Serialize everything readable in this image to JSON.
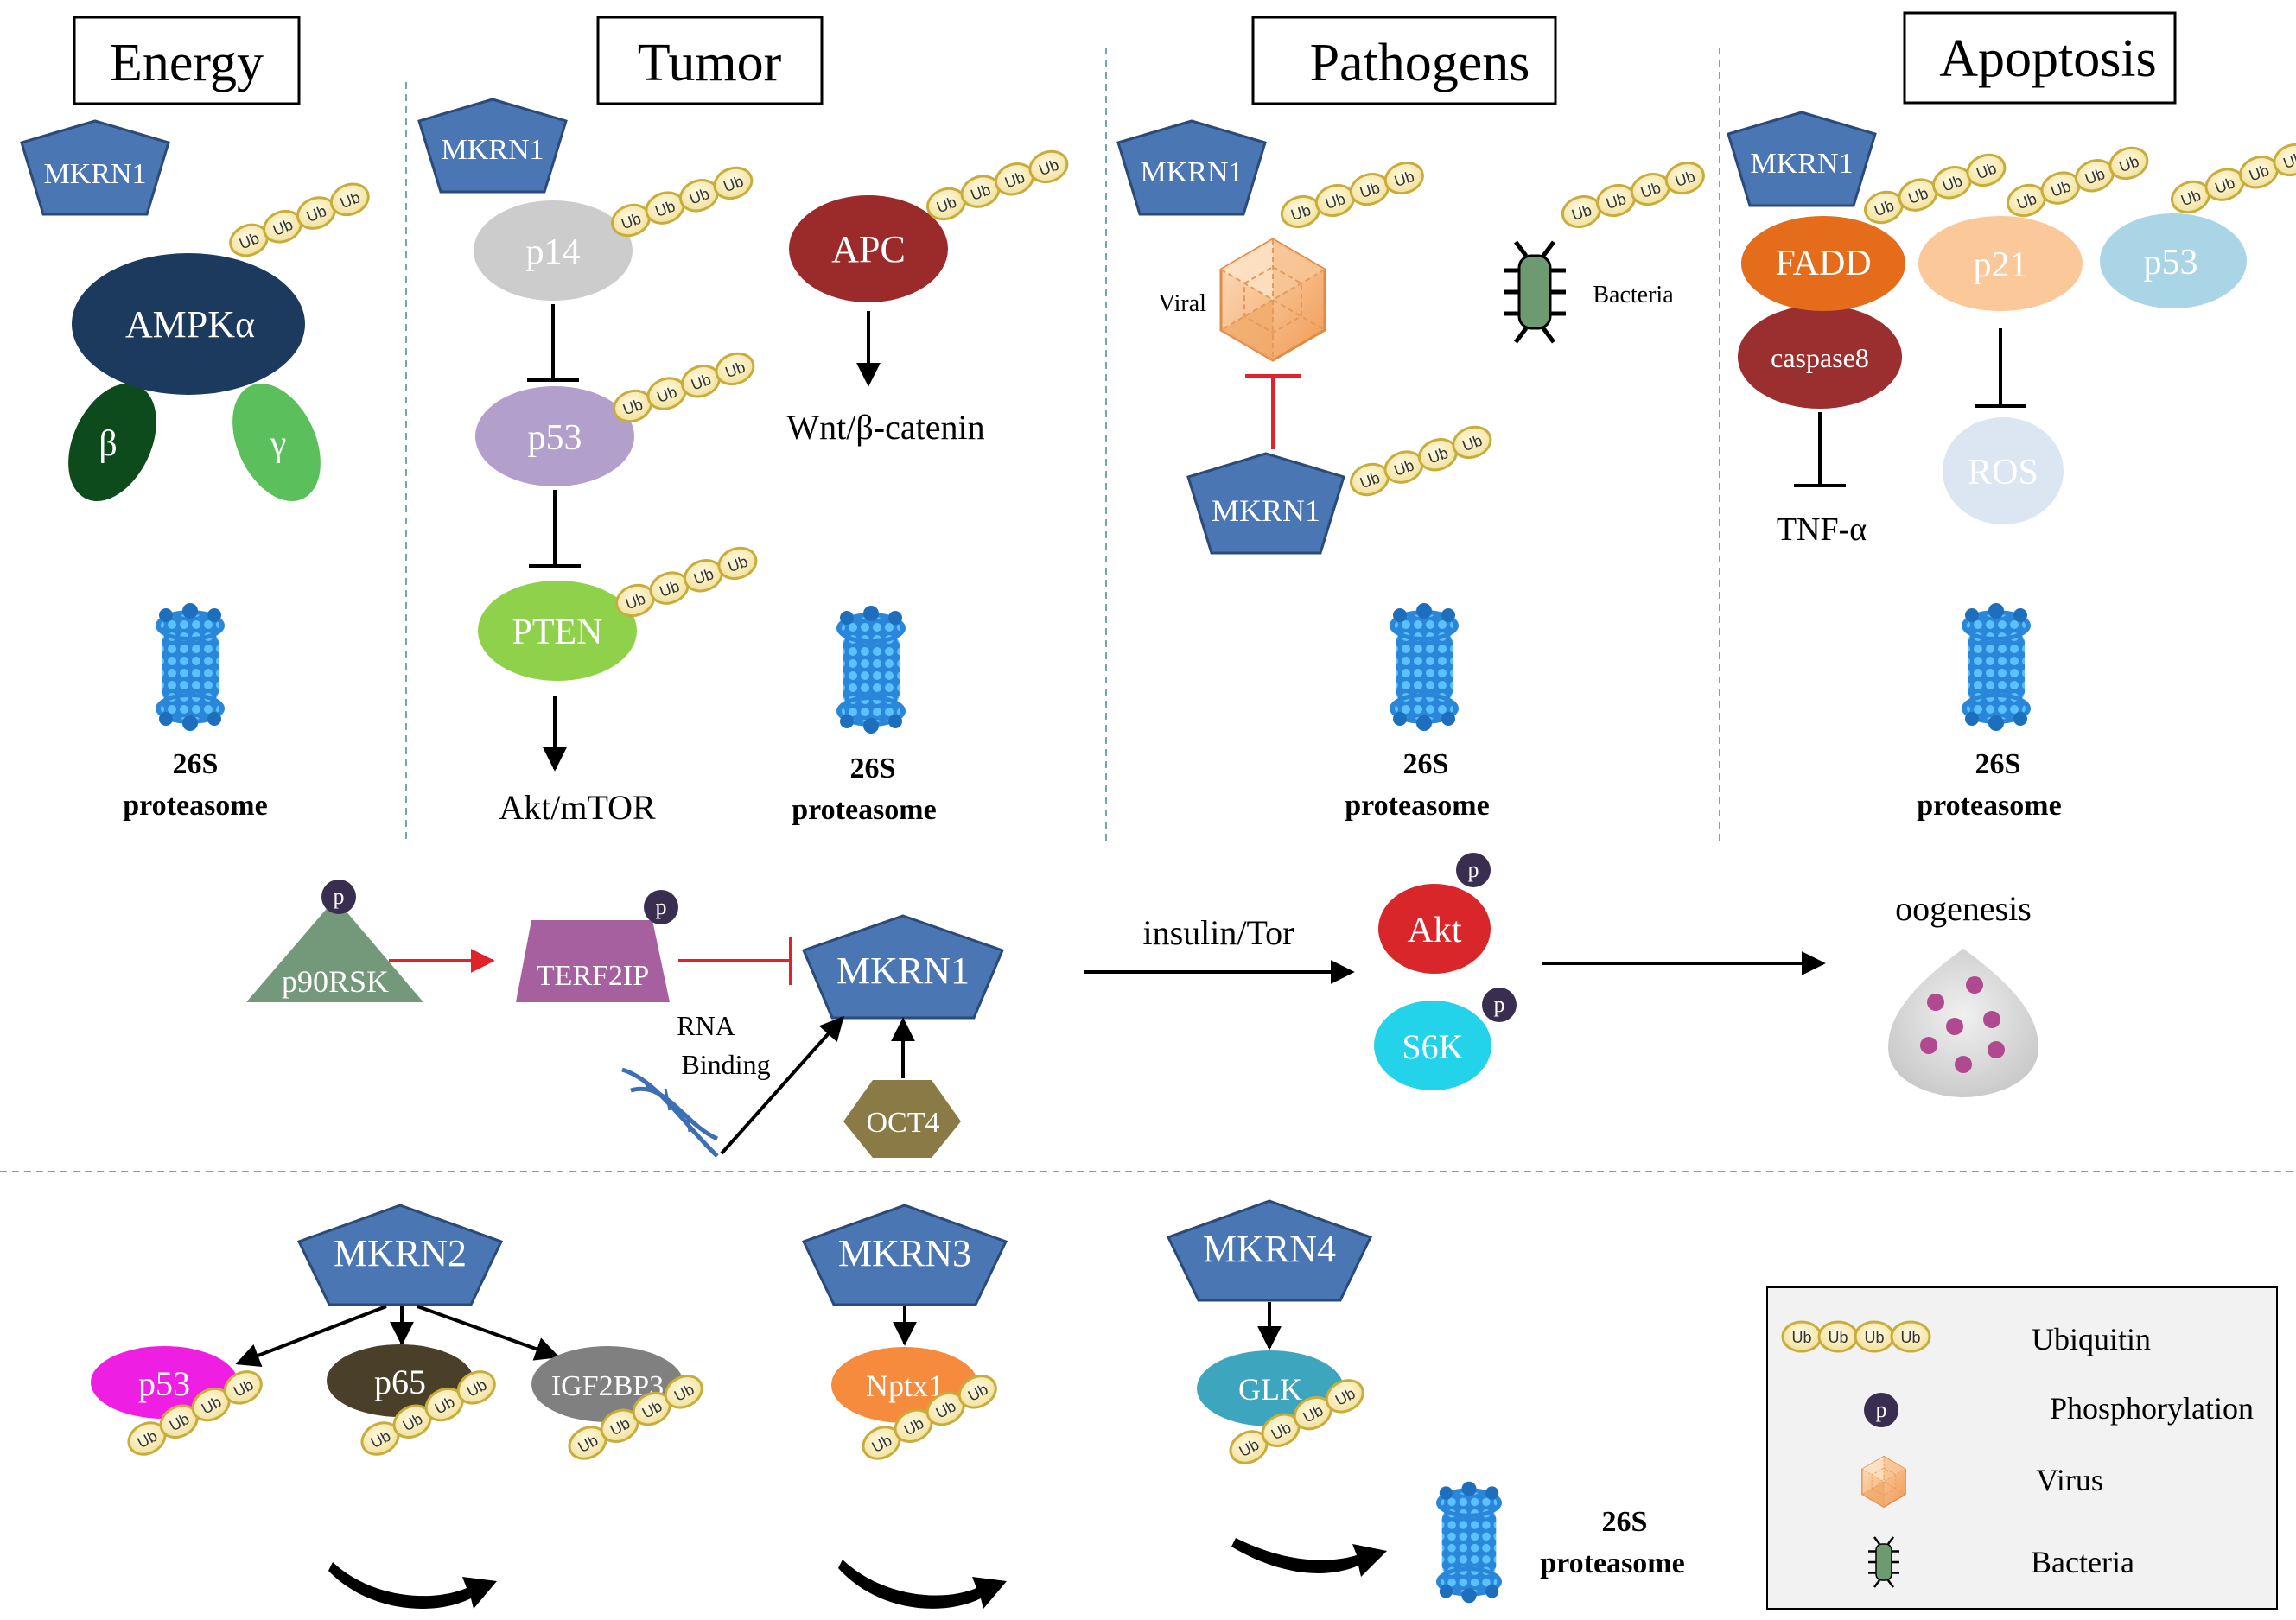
{
  "panels": {
    "energy": {
      "title": "Energy",
      "proteins": [
        "MKRN1",
        "AMPKα",
        "β",
        "γ"
      ],
      "proteasome": [
        "26S",
        "proteasome"
      ]
    },
    "tumor": {
      "title": "Tumor",
      "proteins": [
        "MKRN1",
        "p14",
        "p53",
        "PTEN",
        "APC"
      ],
      "outputs": [
        "Akt/mTOR",
        "Wnt/β-catenin"
      ],
      "proteasome": [
        "26S",
        "proteasome"
      ]
    },
    "pathogens": {
      "title": "Pathogens",
      "proteins": [
        "MKRN1",
        "MKRN1"
      ],
      "labels": [
        "Viral",
        "Bacteria"
      ],
      "proteasome": [
        "26S",
        "proteasome"
      ]
    },
    "apoptosis": {
      "title": "Apoptosis",
      "proteins": [
        "MKRN1",
        "FADD",
        "caspase8",
        "p21",
        "p53",
        "ROS"
      ],
      "outputs": [
        "TNF-α"
      ],
      "proteasome": [
        "26S",
        "proteasome"
      ]
    }
  },
  "regulation": {
    "kinase": "p90RSK",
    "adaptor": "TERF2IP",
    "center": "MKRN1",
    "rna": [
      "RNA",
      "Binding"
    ],
    "tf": "OCT4",
    "pathway": "insulin/Tor",
    "effectors": [
      "Akt",
      "S6K"
    ],
    "outcome": "oogenesis",
    "phospho": "p"
  },
  "family": {
    "mkrn2": {
      "name": "MKRN2",
      "targets": [
        "p53",
        "p65",
        "IGF2BP3"
      ]
    },
    "mkrn3": {
      "name": "MKRN3",
      "targets": [
        "Nptx1"
      ]
    },
    "mkrn4": {
      "name": "MKRN4",
      "targets": [
        "GLK"
      ]
    },
    "proteasome": [
      "26S",
      "proteasome"
    ]
  },
  "ub": "Ub",
  "legend": {
    "items": [
      "Ubiquitin",
      "Phosphorylation",
      "Virus",
      "Bacteria"
    ],
    "p": "p"
  },
  "colors": {
    "mkrn": "#4a76b3",
    "ampk": "#1c3a5e",
    "beta": "#0d4a1c",
    "gamma": "#5bbf5b",
    "p14": "#cccccc",
    "p53_tumor": "#b39fcc",
    "pten": "#8fd14a",
    "apc": "#9b2a2a",
    "fadd": "#e46c1a",
    "caspase8": "#9b2f2f",
    "p21": "#fbc89a",
    "p53_apop": "#a9d5e6",
    "ros": "#dce6f2",
    "akt": "#d9262a",
    "s6k": "#22d3ea",
    "p90rsk": "#73987a",
    "terf2ip": "#a7609f",
    "oct4": "#8a7a45",
    "p53_mkrn2": "#ee1ee2",
    "p65": "#4a4029",
    "igf2bp3": "#808080",
    "nptx1": "#f68b3e",
    "glk": "#3da5be",
    "inhibit_red": "#e0232b"
  }
}
